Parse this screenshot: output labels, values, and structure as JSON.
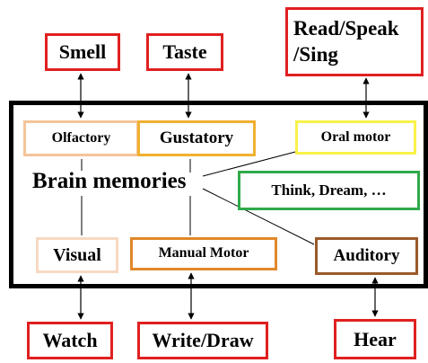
{
  "diagram": {
    "center_label": "Brain memories",
    "outside_boxes": {
      "smell": "Smell",
      "taste": "Taste",
      "read_speak_sing": "Read/Speak /Sing",
      "watch": "Watch",
      "write_draw": "Write/Draw",
      "hear": "Hear"
    },
    "inside_boxes": {
      "olfactory": "Olfactory",
      "gustatory": "Gustatory",
      "oral_motor": "Oral motor",
      "think_dream": "Think, Dream, …",
      "visual": "Visual",
      "manual_motor": "Manual Motor",
      "auditory": "Auditory"
    },
    "colors": {
      "outer_frame": "#000000",
      "outside_border": "#e02020",
      "olfactory_border": "#f5c49a",
      "gustatory_border": "#f0b030",
      "oral_motor_border": "#f8f24a",
      "think_border": "#2faa4a",
      "visual_border": "#f7d9c2",
      "manual_motor_border": "#e0882a",
      "auditory_border": "#9b5a2a"
    }
  }
}
